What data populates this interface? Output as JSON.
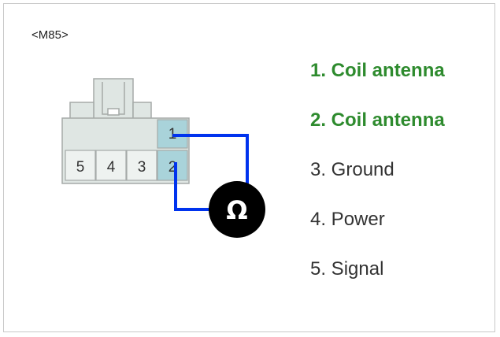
{
  "connector": {
    "id_label": "<M85>",
    "pins": [
      {
        "number": "1",
        "highlighted": true
      },
      {
        "number": "2",
        "highlighted": true
      },
      {
        "number": "3",
        "highlighted": false
      },
      {
        "number": "4",
        "highlighted": false
      },
      {
        "number": "5",
        "highlighted": false
      }
    ]
  },
  "meter": {
    "symbol": "Ω"
  },
  "pin_list": [
    {
      "text": "1. Coil antenna",
      "highlighted": true
    },
    {
      "text": "2. Coil antenna",
      "highlighted": true
    },
    {
      "text": "3. Ground",
      "highlighted": false
    },
    {
      "text": "4. Power",
      "highlighted": false
    },
    {
      "text": "5. Signal",
      "highlighted": false
    }
  ],
  "colors": {
    "highlight_text": "#2e8b2e",
    "highlight_pin": "#a9d3da",
    "wire": "#0033ee",
    "connector_body": "#dfe6e3"
  }
}
